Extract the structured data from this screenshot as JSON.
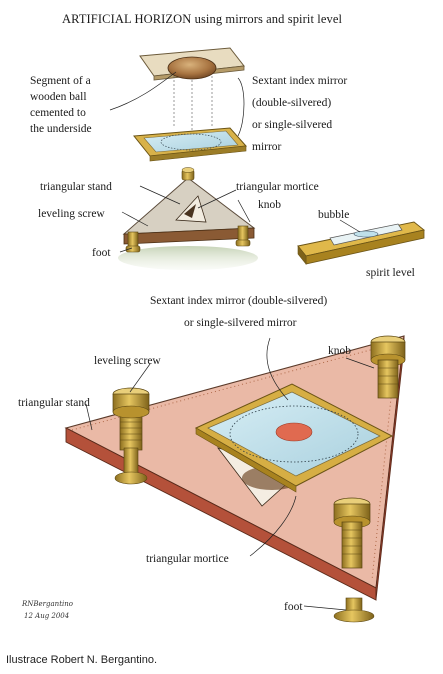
{
  "title": "ARTIFICIAL HORIZON using mirrors and spirit level",
  "labels": {
    "ball_segment": [
      "Segment of a",
      "wooden ball",
      "cemented to",
      "the underside"
    ],
    "index_mirror_top": [
      "Sextant index mirror",
      "(double-silvered)",
      "or single-silvered",
      "mirror"
    ],
    "triangular_stand_top": "triangular stand",
    "triangular_mortice_top": "triangular mortice",
    "knob_top": "knob",
    "leveling_screw_top": "leveling screw",
    "bubble": "bubble",
    "foot_top": "foot",
    "spirit_level": "spirit level",
    "index_mirror_bottom": [
      "Sextant index mirror (double-silvered)",
      "or single-silvered mirror"
    ],
    "knob_bottom": "knob",
    "leveling_screw_bottom": "leveling screw",
    "triangular_stand_bottom": "triangular stand",
    "triangular_mortice_bottom": "triangular mortice",
    "foot_bottom": "foot"
  },
  "signature": [
    "RNBergantino",
    "12 Aug 2004"
  ],
  "caption": "Ilustrace Robert N. Bergantino.",
  "colors": {
    "wood": "#c99562",
    "wood_dark": "#8a5a34",
    "brass": "#c9a43c",
    "glass": "#bcdde8",
    "stand_face": "#e9b9a6",
    "stand_edge": "#b4513a"
  }
}
